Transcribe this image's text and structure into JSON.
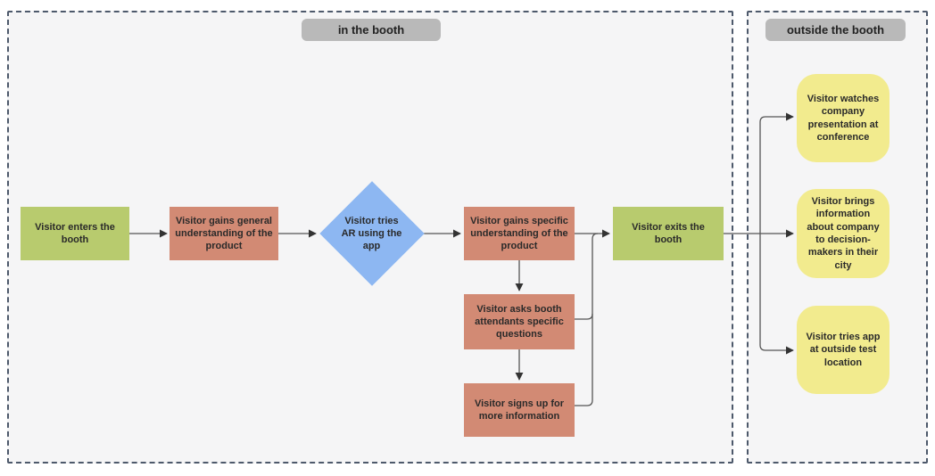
{
  "sections": {
    "in_booth": {
      "label": "in the booth"
    },
    "outside_booth": {
      "label": "outside the booth"
    }
  },
  "nodes": {
    "enters_booth": {
      "label": "Visitor enters the booth",
      "type": "start-end"
    },
    "gains_general": {
      "label": "Visitor gains general understanding of the product",
      "type": "process"
    },
    "tries_ar": {
      "label": "Visitor tries AR using the app",
      "type": "decision"
    },
    "gains_specific": {
      "label": "Visitor gains specific understanding of the product",
      "type": "process"
    },
    "asks_attendants": {
      "label": "Visitor asks booth attendants specific questions",
      "type": "process"
    },
    "signs_up": {
      "label": "Visitor signs up for more information",
      "type": "process"
    },
    "exits_booth": {
      "label": "Visitor exits the booth",
      "type": "start-end"
    },
    "watches_presentation": {
      "label": "Visitor watches company presentation at conference",
      "type": "outcome"
    },
    "brings_information": {
      "label": "Visitor brings information about company to decision-makers in their city",
      "type": "outcome"
    },
    "tries_app_outside": {
      "label": "Visitor tries app at outside test location",
      "type": "outcome"
    }
  },
  "colors": {
    "start_end_green": "#b8cb6e",
    "process_salmon": "#d28a74",
    "decision_blue": "#8db7f2",
    "outcome_yellow": "#f2eb8e",
    "section_label_gray": "#b9b9b9",
    "connector_gray": "#555555",
    "section_border": "#4d596b"
  }
}
